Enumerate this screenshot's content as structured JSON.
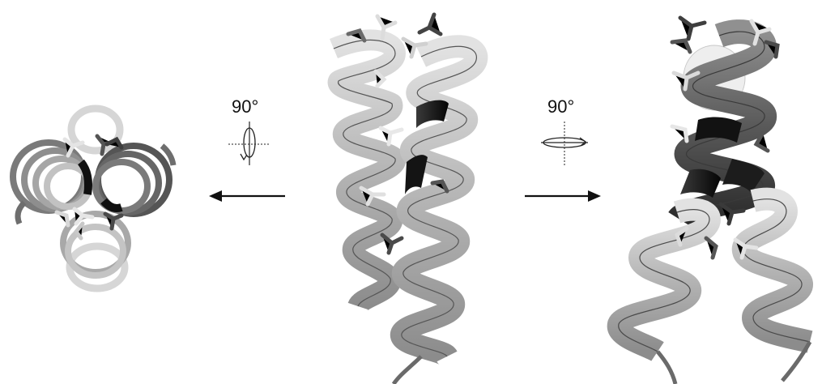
{
  "figure": {
    "rotation_left": {
      "angle_label": "90°",
      "axis": "vertical",
      "direction": "left"
    },
    "rotation_right": {
      "angle_label": "90°",
      "axis": "horizontal",
      "direction": "right"
    },
    "views": [
      {
        "name": "top-view",
        "description_icon": "helix-bundle-top-view"
      },
      {
        "name": "side-view",
        "description_icon": "helix-hairpin-side-view"
      },
      {
        "name": "rotated-side-view",
        "description_icon": "helix-bundle-rotated-view"
      }
    ]
  },
  "colors": {
    "helix_light": "#c8c8c8",
    "helix_mid": "#8a8a8a",
    "helix_dark": "#3a3a3a",
    "helix_black": "#101010",
    "sidechain_light": "#e6e6e6",
    "sidechain_dark": "#4e4e4e"
  }
}
